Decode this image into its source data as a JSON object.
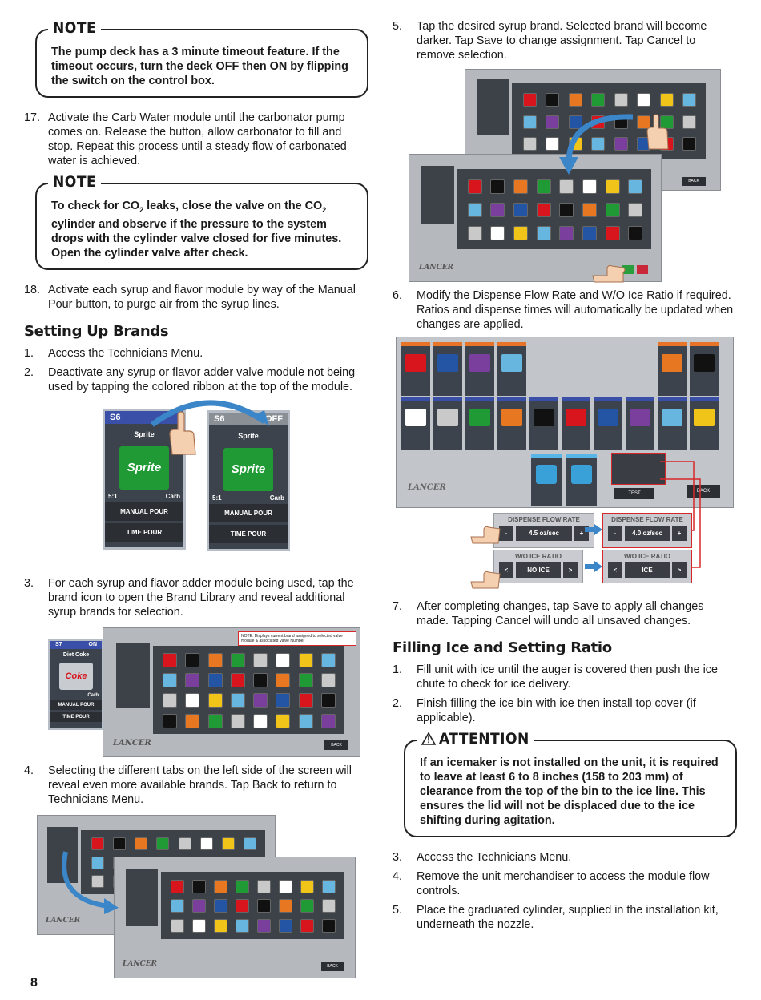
{
  "left": {
    "note1": {
      "head": "NOTE",
      "body": "The pump deck has a 3 minute timeout feature. If the timeout occurs, turn the deck OFF then ON by flipping the switch on the control box."
    },
    "step17": {
      "num": "17.",
      "text": "Activate the Carb Water module until the carbonator pump comes on. Release the button, allow carbonator to fill and stop. Repeat this process until a steady flow of carbonated water is achieved."
    },
    "note2": {
      "head": "NOTE",
      "body_a": "To check for CO",
      "sub1": "2",
      "body_b": " leaks, close the valve on the CO",
      "sub2": "2",
      "body_c": " cylinder and observe if the pressure to the system drops with the  cylinder valve closed for five minutes. Open the cylinder valve after check."
    },
    "step18": {
      "num": "18.",
      "text": "Activate each syrup and flavor module by way of the Manual Pour button, to purge air from the syrup lines."
    },
    "section_title": "Setting Up Brands",
    "step1": {
      "num": "1.",
      "text": "Access the Technicians Menu."
    },
    "step2": {
      "num": "2.",
      "text": "Deactivate any syrup or flavor adder valve module not being used by tapping the colored ribbon at the top of the module."
    },
    "module_fig": {
      "left": {
        "slot": "S6",
        "brand": "Sprite",
        "logo": "Sprite",
        "ratio": "5:1",
        "type": "Carb",
        "manual": "MANUAL POUR",
        "time": "TIME POUR"
      },
      "right": {
        "slot": "S6",
        "status": "OFF",
        "brand": "Sprite",
        "logo": "Sprite",
        "ratio": "5:1",
        "type": "Carb",
        "manual": "MANUAL POUR",
        "time": "TIME POUR"
      }
    },
    "step3": {
      "num": "3.",
      "text": "For each syrup and flavor adder module being used, tap the brand icon to open the Brand Library and reveal additional syrup brands for selection."
    },
    "fig3": {
      "module_slot": "S7",
      "module_status": "ON",
      "module_brand": "Diet Coke",
      "module_logo": "Coke",
      "module_type": "Carb",
      "module_manual": "MANUAL POUR",
      "module_time": "TIME POUR",
      "callout": "NOTE: Displays current brand assigned to selected valve module & associated Valve Number",
      "footer": "LANCER",
      "back": "BACK"
    },
    "step4": {
      "num": "4.",
      "text": "Selecting the different tabs on the left side of the screen will reveal even more available brands. Tap Back to return to Technicians Menu."
    },
    "fig4": {
      "footer": "LANCER",
      "back": "BACK"
    }
  },
  "right": {
    "step5": {
      "num": "5.",
      "text": "Tap the desired syrup brand. Selected brand will become darker. Tap Save to change assignment. Tap Cancel to remove selection."
    },
    "fig5": {
      "footer": "LANCER",
      "back": "BACK"
    },
    "step6": {
      "num": "6.",
      "text": "Modify the Dispense Flow Rate and W/O Ice Ratio if required. Ratios and dispense times will automatically be updated when changes are applied."
    },
    "fig6": {
      "footer": "LANCER",
      "back": "BACK",
      "test": "TEST",
      "flow_title": "DISPENSE FLOW RATE",
      "flow_before": "4.5 oz/sec",
      "flow_after": "4.0 oz/sec",
      "ice_title": "W/O ICE RATIO",
      "ice_before": "NO ICE",
      "ice_after": "ICE",
      "minus": "-",
      "plus": "+",
      "lt": "<",
      "gt": ">"
    },
    "step7": {
      "num": "7.",
      "text": "After completing changes, tap Save to apply all changes made. Tapping Cancel will undo all unsaved changes."
    },
    "section_title": "Filling Ice and Setting Ratio",
    "fill1": {
      "num": "1.",
      "text": "Fill unit with ice until the auger is covered then push the ice chute to check for ice delivery."
    },
    "fill2": {
      "num": "2.",
      "text": "Finish filling the ice bin with ice then install top cover (if applicable)."
    },
    "attention": {
      "head": "ATTENTION",
      "body": "If an icemaker is not installed on the unit, it is required to leave at least 6 to 8 inches (158 to 203 mm) of clearance from the top of the bin to the ice line. This ensures the lid will not be displaced due to the ice shifting during agitation."
    },
    "fill3": {
      "num": "3.",
      "text": "Access the Technicians Menu."
    },
    "fill4": {
      "num": "4.",
      "text": "Remove the unit merchandiser to access the module flow controls."
    },
    "fill5": {
      "num": "5.",
      "text": "Place the graduated cylinder, supplied in the installation kit, underneath the nozzle."
    }
  },
  "page_number": "8",
  "colors": {
    "screen_bg": "#b5b8bd",
    "panel": "#3d4248",
    "sprite_green": "#1f9a35",
    "ribbon_blue": "#3a4fa8",
    "callout_red": "#d62828"
  }
}
